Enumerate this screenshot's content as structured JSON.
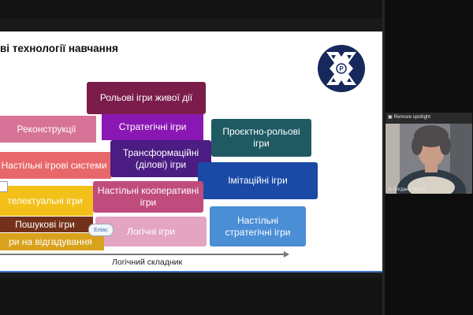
{
  "slide": {
    "title": "ві технології навчання",
    "axis_label": "Логічний складник",
    "bubble_label": "Еліас",
    "logo_letter": "P"
  },
  "tiles": [
    {
      "id": "live-rpg",
      "label": "Рольові ігри живої дії",
      "color": "#7a1d4a"
    },
    {
      "id": "reconstructions",
      "label": "Реконструкції",
      "color": "#d77396"
    },
    {
      "id": "strategic",
      "label": "Стратегічні ігри",
      "color": "#8a17b3"
    },
    {
      "id": "project-rpg",
      "label": "Проєктно-рольові ігри",
      "color": "#1f5a63"
    },
    {
      "id": "board-systems",
      "label": "Настільні  ігрові системи",
      "color": "#e8676b"
    },
    {
      "id": "transformational",
      "label": "Трансформаційні (ділові) ігри",
      "color": "#4b1c82"
    },
    {
      "id": "imitation",
      "label": "Імітаційні ігри",
      "color": "#1a4aa6"
    },
    {
      "id": "intellectual",
      "label": "телектуальні ігри",
      "color": "#f2c018"
    },
    {
      "id": "board-coop",
      "label": "Настільні кооперативні ігри",
      "color": "#c04c7e"
    },
    {
      "id": "search",
      "label": "Пошукові ігри",
      "color": "#74311a"
    },
    {
      "id": "logic",
      "label": "Логічні ігри",
      "color": "#e3a5c2"
    },
    {
      "id": "board-strategic",
      "label": "Настільні стратегічні ігри",
      "color": "#4a8ed6"
    },
    {
      "id": "guessing",
      "label": "ри на відгадування",
      "color": "#d9a21c"
    }
  ],
  "video": {
    "spotlight_label": "Remove spotlight",
    "participant_name": "Богдана Чухно",
    "mic_icon": "mic-off-icon"
  }
}
